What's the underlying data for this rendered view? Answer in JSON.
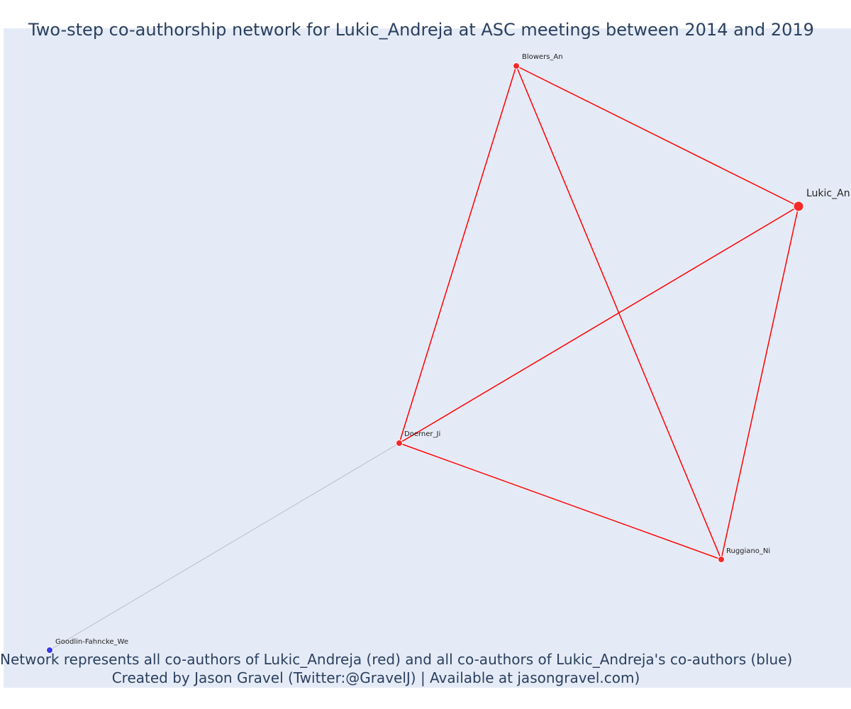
{
  "title": "Two-step co-authorship network for Lukic_Andreja at ASC meetings between 2014 and 2019",
  "caption": {
    "line1": "Network represents all co-authors of Lukic_Andreja (red) and all co-authors of Lukic_Andreja's co-authors (blue)",
    "line2": "Created by Jason Gravel (Twitter:@GravelJ) | Available at jasongravel.com)"
  },
  "colors": {
    "background": "#e5ebf6",
    "direct_edge": "#ff0000",
    "indirect_edge": "#b8bfcc",
    "red_node": "#f52a2a",
    "blue_node": "#3a3aef",
    "text": "#2a3f5f"
  },
  "nodes": [
    {
      "id": "lukic",
      "label": "Lukic_An",
      "group": "focal"
    },
    {
      "id": "blowers",
      "label": "Blowers_An",
      "group": "coauthor"
    },
    {
      "id": "doerner",
      "label": "Doerner_Ji",
      "group": "coauthor"
    },
    {
      "id": "ruggiano",
      "label": "Ruggiano_Ni",
      "group": "coauthor"
    },
    {
      "id": "goodlin",
      "label": "Goodlin-Fahncke_We",
      "group": "second-step"
    }
  ],
  "edges": [
    {
      "source": "blowers",
      "target": "lukic",
      "type": "direct"
    },
    {
      "source": "blowers",
      "target": "doerner",
      "type": "direct"
    },
    {
      "source": "blowers",
      "target": "ruggiano",
      "type": "direct"
    },
    {
      "source": "lukic",
      "target": "doerner",
      "type": "direct"
    },
    {
      "source": "lukic",
      "target": "ruggiano",
      "type": "direct"
    },
    {
      "source": "doerner",
      "target": "ruggiano",
      "type": "direct"
    },
    {
      "source": "doerner",
      "target": "goodlin",
      "type": "indirect"
    }
  ]
}
